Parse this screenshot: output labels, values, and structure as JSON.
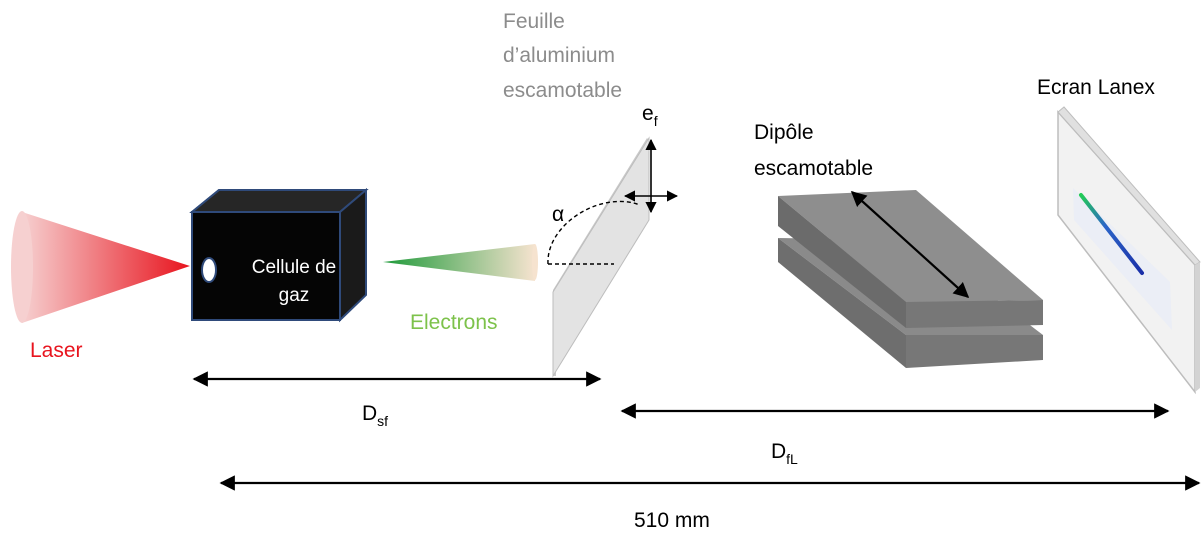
{
  "labels": {
    "laser": "Laser",
    "cell_line1": "Cellule de",
    "cell_line2": "gaz",
    "electrons": "Electrons",
    "foil_line1": "Feuille",
    "foil_line2": "d’aluminium",
    "foil_line3": "escamotable",
    "foil_thickness": "e",
    "foil_thickness_sub": "f",
    "angle": "α",
    "dipole_line1": "Dipôle",
    "dipole_line2": "escamotable",
    "screen": "Ecran Lanex",
    "d_sf": "D",
    "d_sf_sub": "sf",
    "d_fl": "D",
    "d_fl_sub": "fL",
    "total": "510 mm"
  },
  "colors": {
    "laser": "#e8141e",
    "electrons": "#7dc24b",
    "foil_label": "#8c8c8c",
    "cell_box": "#050505",
    "cell_border": "#2f4a7a",
    "dipole": "#8a8a8a",
    "text": "#000000"
  }
}
